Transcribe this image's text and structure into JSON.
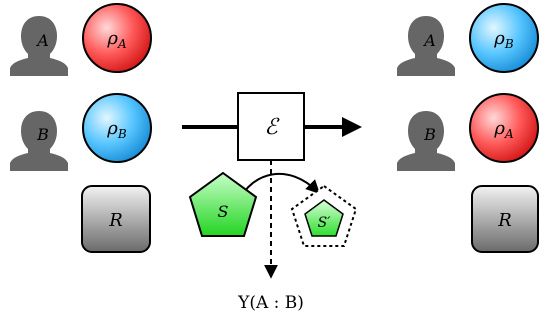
{
  "left": {
    "person_a": "A",
    "person_b": "B",
    "state_top": "ρ_A",
    "state_bottom": "ρ_B",
    "register": "R"
  },
  "right": {
    "person_a": "A",
    "person_b": "B",
    "state_top": "ρ_B",
    "state_bottom": "ρ_A",
    "register": "R"
  },
  "channel": {
    "label": "ℰ"
  },
  "resource_in": "S",
  "resource_out": "S′",
  "output_label": "Υ(A : B)",
  "colors": {
    "red_state": "#ff3a3a",
    "blue_state": "#3ab4ff",
    "pentagon_green": "#3ee83e",
    "person_gray": "#666666",
    "register_gray": "#777777"
  }
}
